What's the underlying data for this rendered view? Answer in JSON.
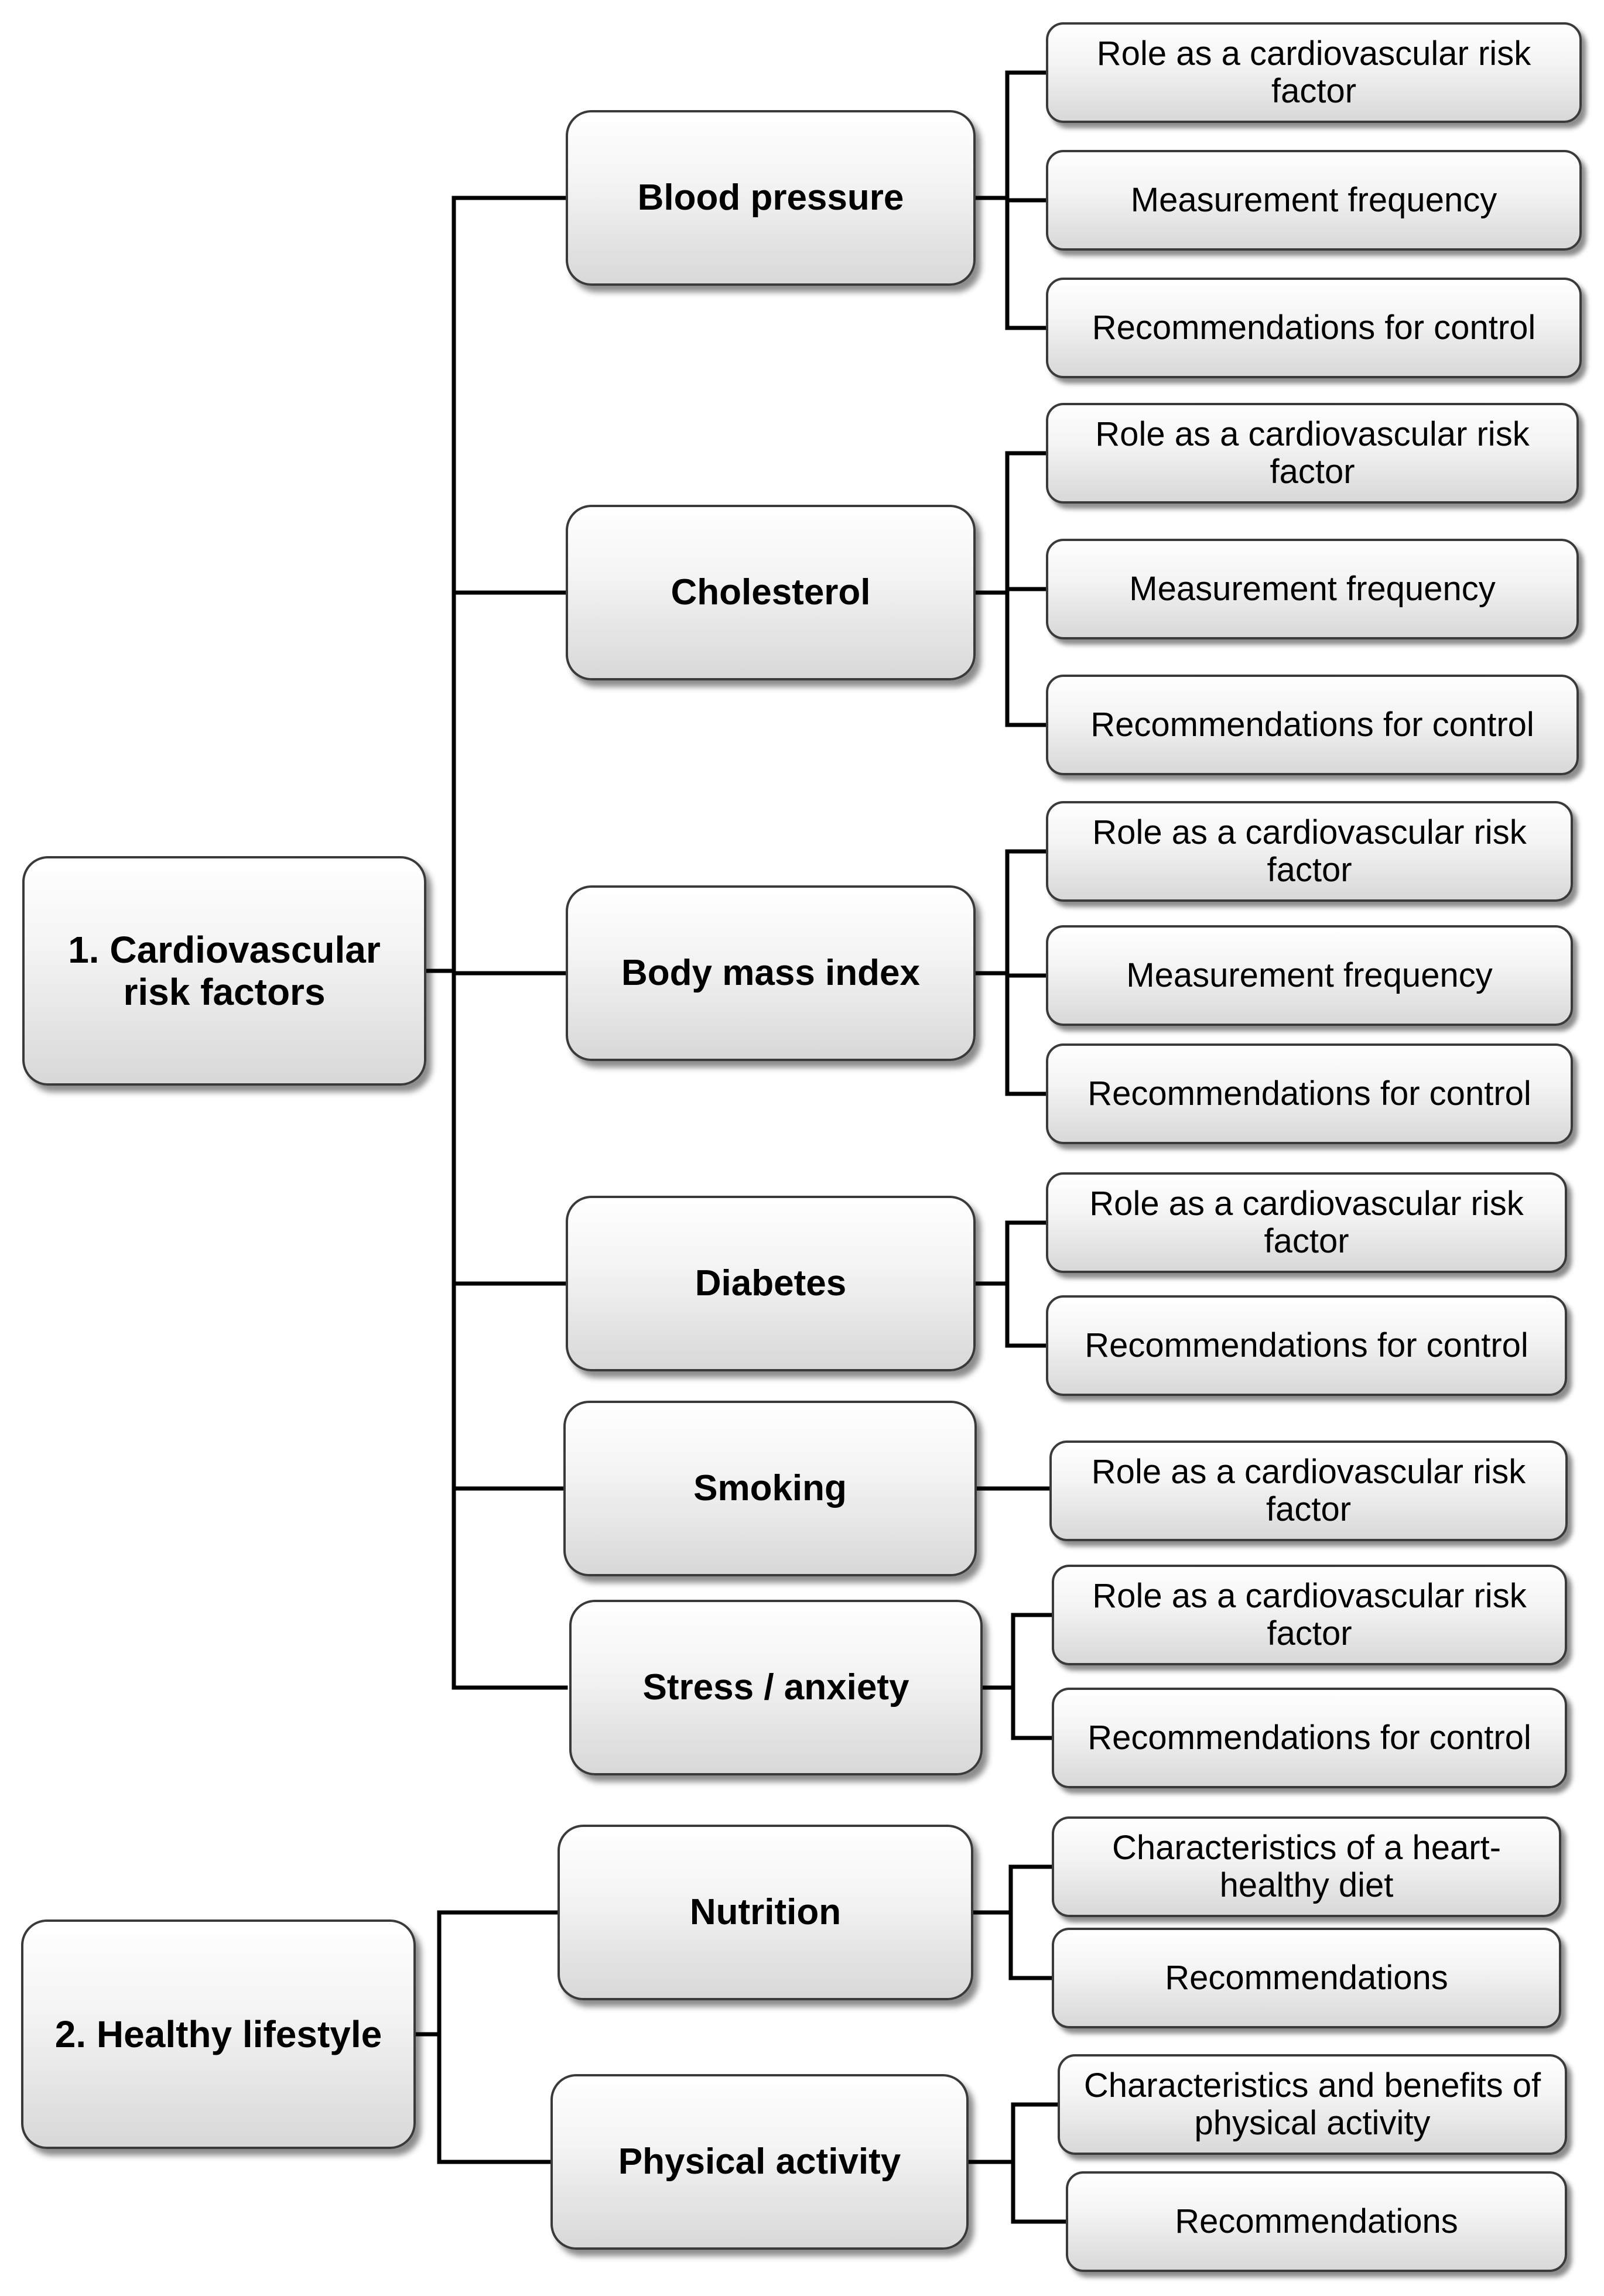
{
  "sections": [
    {
      "title": "1. Cardiovascular risk factors",
      "topics": [
        {
          "title": "Blood pressure",
          "items": [
            "Role as a cardiovascular risk factor",
            "Measurement frequency",
            "Recommendations for control"
          ]
        },
        {
          "title": "Cholesterol",
          "items": [
            "Role as a cardiovascular risk factor",
            "Measurement frequency",
            "Recommendations for control"
          ]
        },
        {
          "title": "Body mass index",
          "items": [
            "Role as a cardiovascular risk factor",
            "Measurement frequency",
            "Recommendations for control"
          ]
        },
        {
          "title": "Diabetes",
          "items": [
            "Role as a cardiovascular risk factor",
            "Recommendations for control"
          ]
        },
        {
          "title": "Smoking",
          "items": [
            "Role as a cardiovascular risk factor"
          ]
        },
        {
          "title": "Stress / anxiety",
          "items": [
            "Role as a cardiovascular risk factor",
            "Recommendations for control"
          ]
        }
      ]
    },
    {
      "title": "2. Healthy lifestyle",
      "topics": [
        {
          "title": "Nutrition",
          "items": [
            "Characteristics of a heart-healthy diet",
            "Recommendations"
          ]
        },
        {
          "title": "Physical activity",
          "items": [
            "Characteristics and benefits of physical activity",
            "Recommendations"
          ]
        }
      ]
    }
  ]
}
